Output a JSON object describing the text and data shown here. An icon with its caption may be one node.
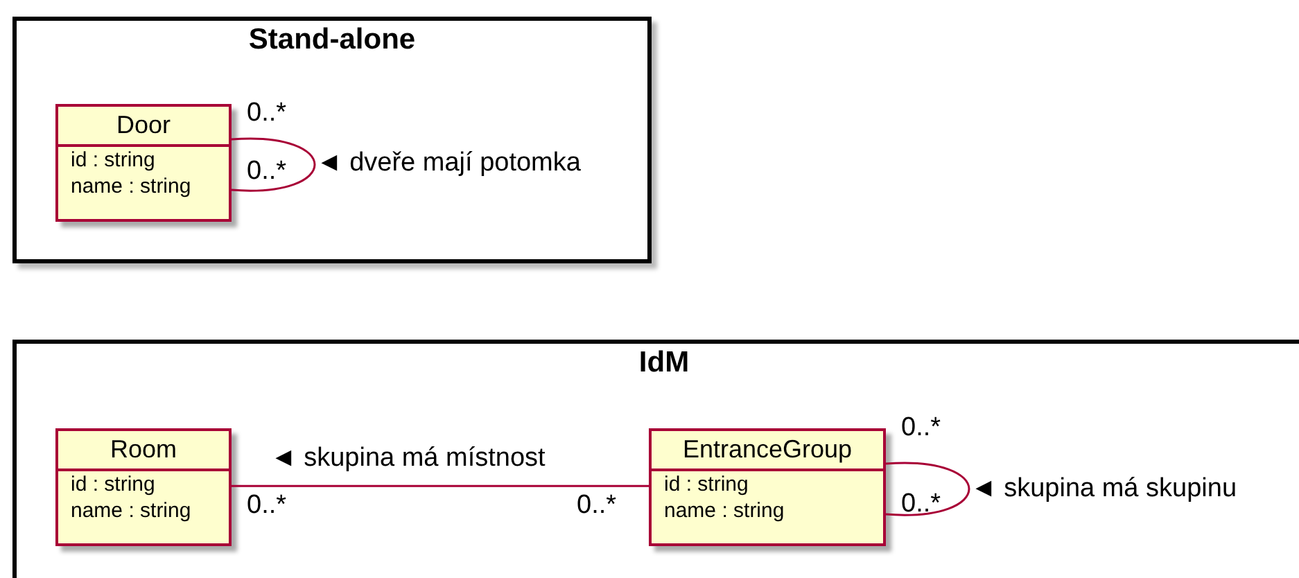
{
  "diagram": {
    "nodes": [
      {
        "text": [
          "Stand-alone"
        ]
      },
      {
        "text": [
          "Door",
          "id : string",
          "name : string"
        ],
        "in": 0
      },
      {
        "text": [
          "IdM"
        ]
      },
      {
        "text": [
          "Room",
          "id : string",
          "name : string"
        ],
        "in": 2
      },
      {
        "text": [
          "EntranceGroup",
          "id : string",
          "name : string"
        ],
        "in": 2
      }
    ],
    "edges": [
      {
        "from": 1,
        "to": 1,
        "arrow": "none",
        "label": "◄  dveře mají potomka"
      },
      {
        "from": 4,
        "to": 3,
        "arrow": "none",
        "label": "◄ skupina má místnost"
      },
      {
        "from": 4,
        "to": 4,
        "arrow": "none",
        "label": "◄  skupina má skupinu"
      }
    ],
    "labels": [
      "0..*",
      "0..*",
      "0..*",
      "0..*",
      "0..*",
      "0..*"
    ]
  }
}
